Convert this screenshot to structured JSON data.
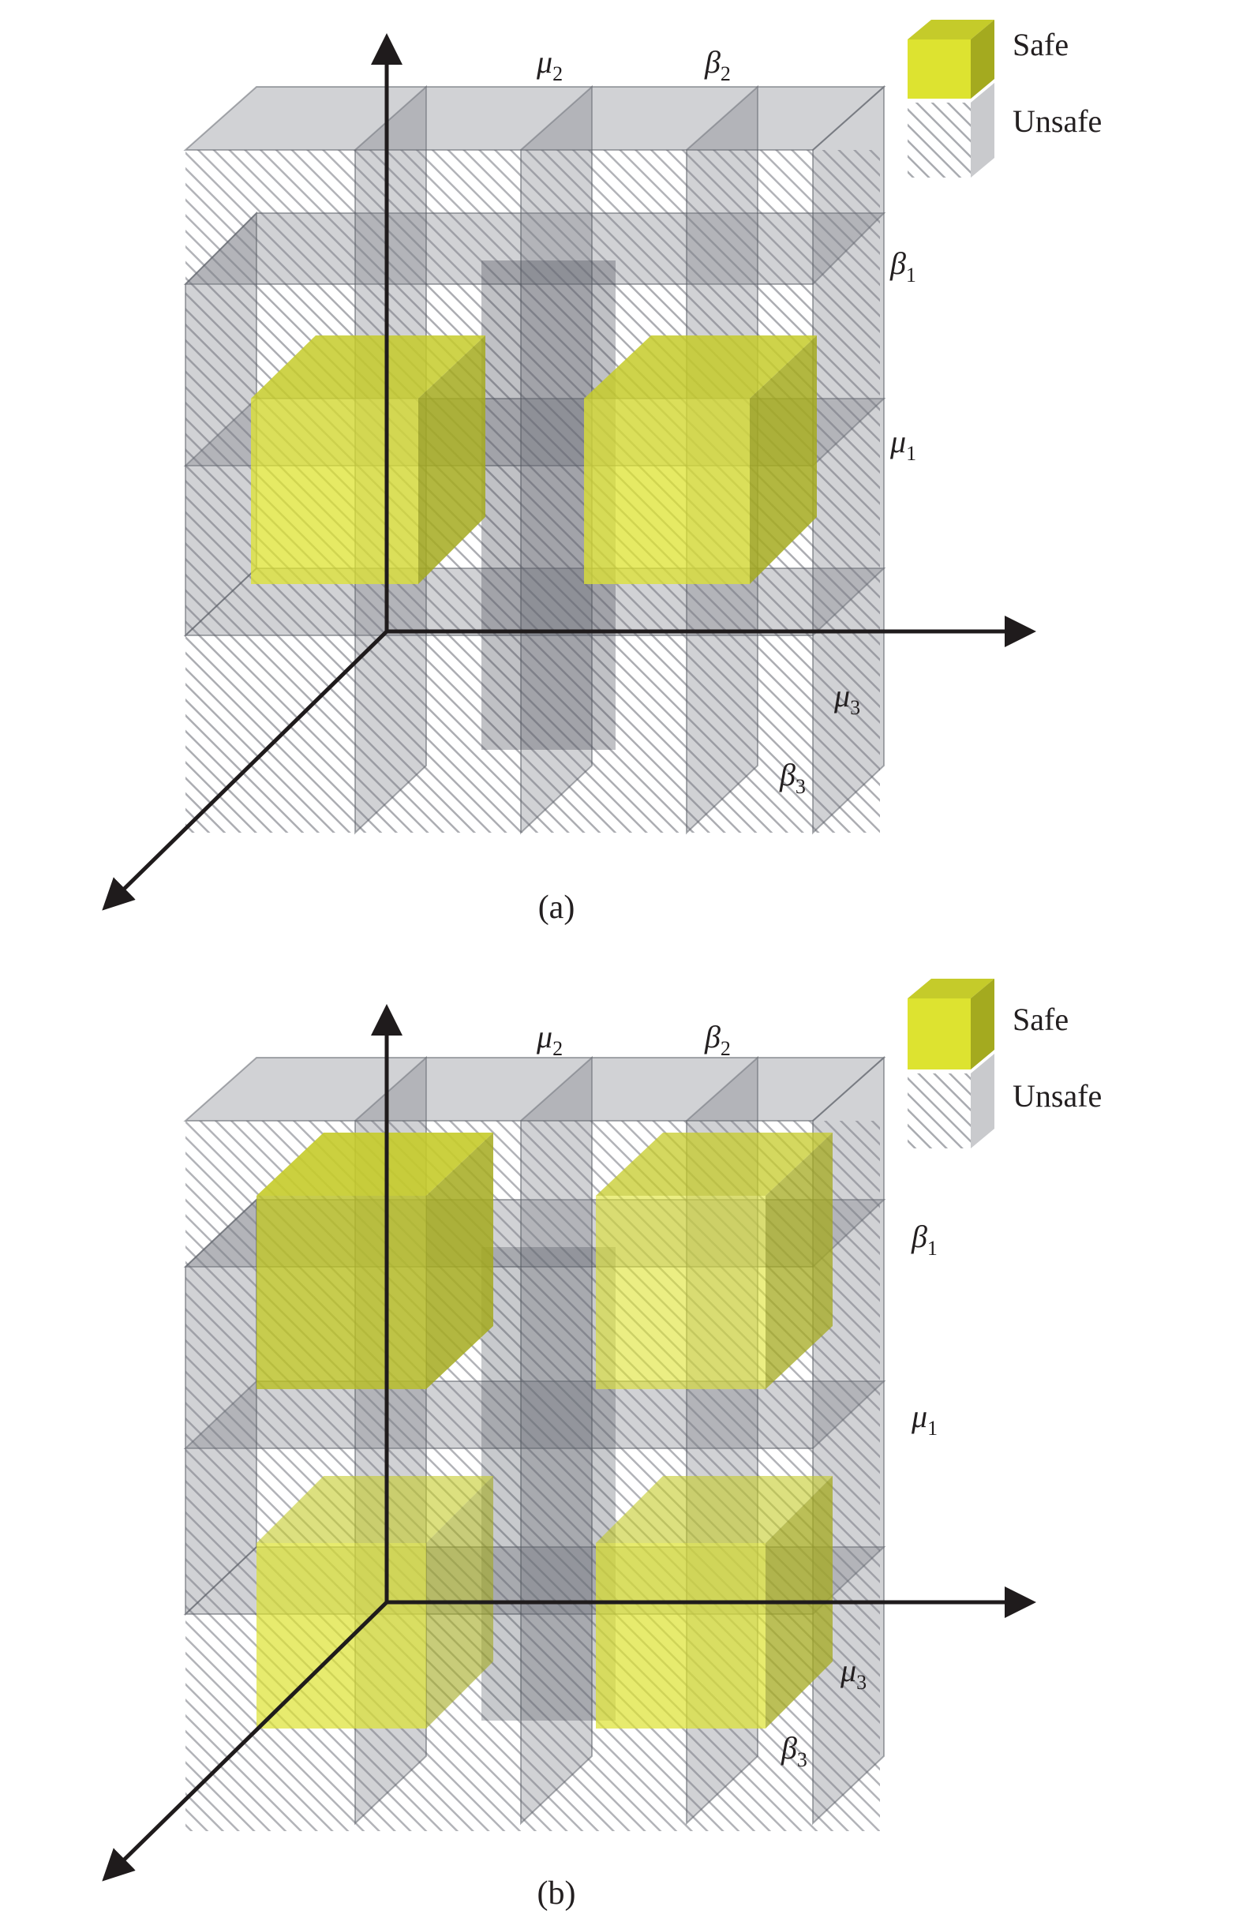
{
  "colors": {
    "safe": "#dde330",
    "unsafe_plane": "#7a7f88",
    "hatch": "#a9abb0",
    "axis": "#1f1b1c",
    "background": "#ffffff"
  },
  "legend": {
    "safe_label": "Safe",
    "unsafe_label": "Unsafe"
  },
  "plane_labels": {
    "mu2": "μ",
    "mu2_sub": "2",
    "beta2": "β",
    "beta2_sub": "2",
    "beta1": "β",
    "beta1_sub": "1",
    "mu1": "μ",
    "mu1_sub": "1",
    "mu3": "μ",
    "mu3_sub": "3",
    "beta3": "β",
    "beta3_sub": "3"
  },
  "panels": [
    {
      "id": "a",
      "caption": "(a)",
      "safe_blocks": "two upper-middle blocks (front)"
    },
    {
      "id": "b",
      "caption": "(b)",
      "safe_blocks": "four corner blocks (upper and lower)"
    }
  ]
}
